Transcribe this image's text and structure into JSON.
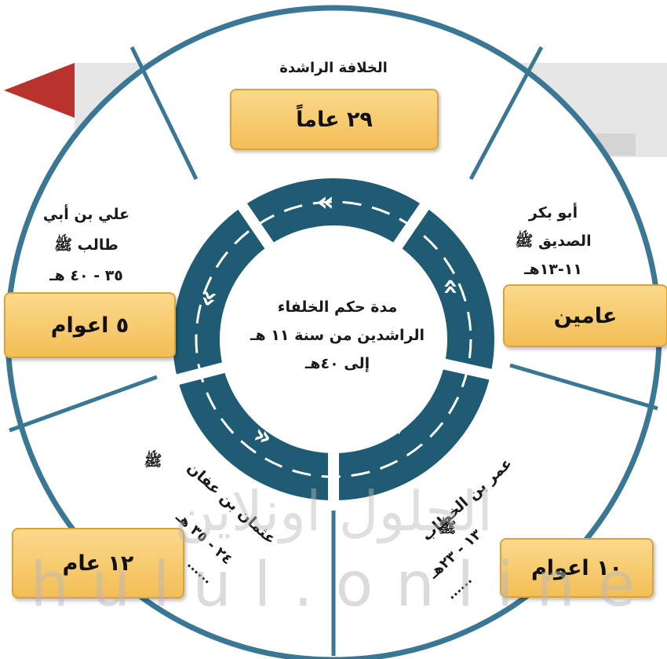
{
  "watermark": {
    "arabic": "الحلول اونلاين",
    "latin": "h u l u l . o n l i n e"
  },
  "header": {
    "title": "الخلافة الراشدة",
    "total_duration": "٢٩ عاماً"
  },
  "center": {
    "line1": "مدة حكم الخلفاء",
    "line2": "الراشدين من سنة ١١ هـ",
    "line3": "إلى ٤٠هـ"
  },
  "caliphs": [
    {
      "name_line1": "أبو بكر",
      "name_line2": "الصديق ﷺ",
      "years": "١١-١٣هـ",
      "duration": "عامين"
    },
    {
      "name_line1": "عمر بن الخطاب",
      "name_line2": "ﷺ",
      "years": "١٣ - ٢٣هـ",
      "dots": "......",
      "duration": "١٠ اعوام"
    },
    {
      "name_line1": "عثمان بن عفان",
      "name_line2": "ﷺ",
      "years": "٢٤ - ٣٥ هـ",
      "dots": "......",
      "duration": "١٢ عام"
    },
    {
      "name_line1": "علي بن أبي",
      "name_line2": "طالب ﷺ",
      "years": "٣٥ - ٤٠ هـ",
      "duration": "٥ اعوام"
    }
  ],
  "arrows": {
    "glyph_forward": "»",
    "glyph_back": "«"
  },
  "colors": {
    "ring": "#1f5b73",
    "outline": "#3a7794",
    "box_fill": "#f3be57",
    "box_border": "#d9a23a",
    "watermark": "#c8c8c8"
  }
}
